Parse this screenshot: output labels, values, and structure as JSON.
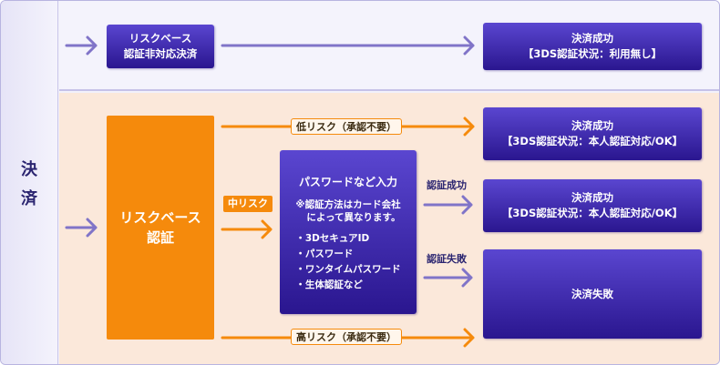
{
  "side_label": "決済",
  "top_row": {
    "rba_box": [
      "リスクベース",
      "認証非対応決済"
    ],
    "success_box": [
      "決済成功",
      "【3DS認証状況：利用無し】"
    ]
  },
  "bottom_row": {
    "rba_box": [
      "リスクベース",
      "認証"
    ],
    "low_risk_tag": "低リスク（承認不要）",
    "mid_risk_tag": "中リスク",
    "high_risk_tag": "高リスク（承認不要）",
    "password_box": {
      "title": "パスワードなど入力",
      "note": [
        "※認証方法はカード会社",
        "によって異なります。"
      ],
      "methods": [
        "・3DセキュアID",
        "・パスワード",
        "・ワンタイムパスワード",
        "・生体認証など"
      ]
    },
    "auth_success_label": "認証成功",
    "auth_fail_label": "認証失敗",
    "success_box_1": [
      "決済成功",
      "【3DS認証状況：本人認証対応/OK】"
    ],
    "success_box_2": [
      "決済成功",
      "【3DS認証状況：本人認証対応/OK】"
    ],
    "fail_box": "決済失敗"
  },
  "colors": {
    "purple": "#3a26b0",
    "orange": "#f58a0c",
    "arrow_purple": "#8074c8"
  }
}
